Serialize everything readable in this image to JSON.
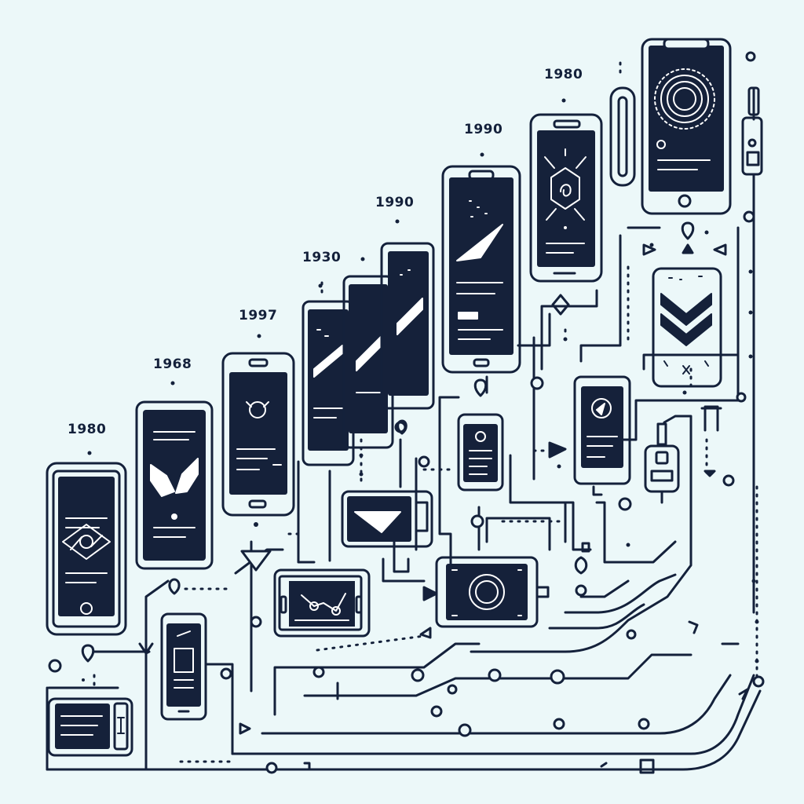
{
  "colors": {
    "background": "#ecf8f9",
    "ink": "#14213b",
    "screen": "#15213a",
    "accent_light": "#ffffff"
  },
  "timeline": {
    "year_labels": [
      "1980",
      "1968",
      "1997",
      "1930",
      "1990",
      "1990",
      "1980"
    ]
  },
  "icons": [
    "tablet-icon",
    "phone-icon",
    "swoosh-icon",
    "target-icon",
    "hexagon-icon",
    "chevron-icon",
    "pin-icon",
    "diamond-icon",
    "arrow-icon",
    "usb-plug-icon"
  ]
}
